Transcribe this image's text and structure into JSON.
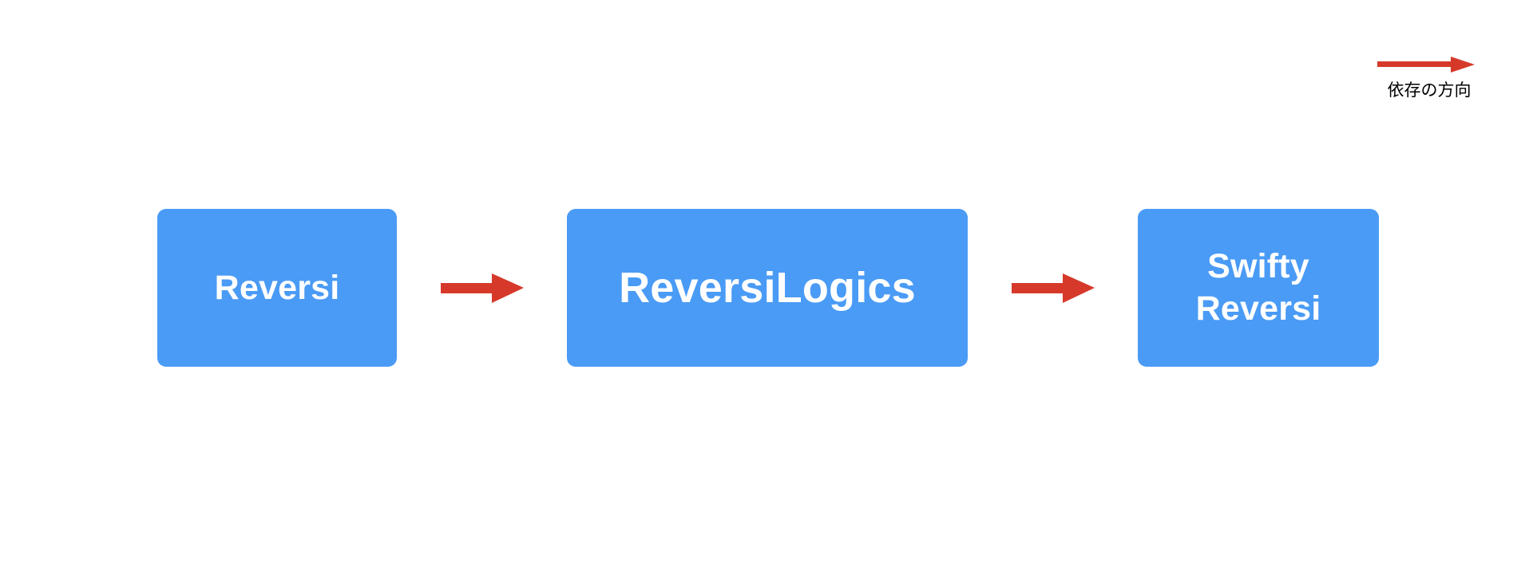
{
  "diagram": {
    "type": "dependency-diagram",
    "background_color": "#ffffff",
    "node_color": "#4a9bf5",
    "arrow_color": "#d6392a",
    "node_text_color": "#ffffff",
    "legend": {
      "arrow_icon": "right-arrow-icon",
      "label": "依存の方向"
    },
    "nodes": [
      {
        "id": "reversi",
        "label": "Reversi"
      },
      {
        "id": "reversilogics",
        "label": "ReversiLogics"
      },
      {
        "id": "swiftyreversi",
        "label": "Swifty\nReversi"
      }
    ],
    "edges": [
      {
        "id": "edge-1",
        "from": "reversi",
        "to": "reversilogics",
        "icon": "right-arrow-icon"
      },
      {
        "id": "edge-2",
        "from": "reversilogics",
        "to": "swiftyreversi",
        "icon": "right-arrow-icon"
      }
    ]
  }
}
